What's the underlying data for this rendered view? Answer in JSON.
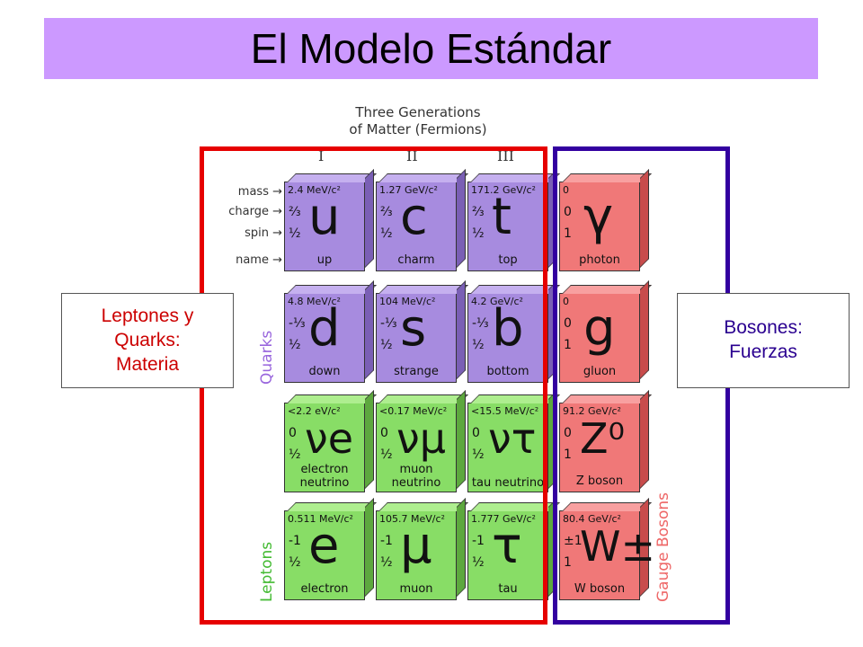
{
  "title": "El Modelo Estándar",
  "header": {
    "line1": "Three Generations",
    "line2": "of Matter (Fermions)"
  },
  "generations": [
    "I",
    "II",
    "III"
  ],
  "property_labels": {
    "mass": "mass →",
    "charge": "charge →",
    "spin": "spin →",
    "name": "name →"
  },
  "group_labels": {
    "quarks": "Quarks",
    "leptons": "Leptons",
    "gauge": "Gauge Bosons"
  },
  "callouts": {
    "left": [
      "Leptones y",
      "Quarks:",
      "Materia"
    ],
    "right": [
      "Bosones:",
      "Fuerzas"
    ]
  },
  "colors": {
    "quark": "#a78bdf",
    "lepton": "#88dd66",
    "boson": "#f07878",
    "frame_matter": "#e60000",
    "frame_forces": "#3300a0",
    "banner": "#cc99ff"
  },
  "particles": [
    {
      "kind": "quark",
      "mass": "2.4 MeV/c²",
      "charge": "⅔",
      "spin": "½",
      "symbol": "u",
      "name": "up"
    },
    {
      "kind": "quark",
      "mass": "1.27 GeV/c²",
      "charge": "⅔",
      "spin": "½",
      "symbol": "c",
      "name": "charm"
    },
    {
      "kind": "quark",
      "mass": "171.2 GeV/c²",
      "charge": "⅔",
      "spin": "½",
      "symbol": "t",
      "name": "top"
    },
    {
      "kind": "boson",
      "mass": "0",
      "charge": "0",
      "spin": "1",
      "symbol": "γ",
      "name": "photon"
    },
    {
      "kind": "quark",
      "mass": "4.8 MeV/c²",
      "charge": "-⅓",
      "spin": "½",
      "symbol": "d",
      "name": "down"
    },
    {
      "kind": "quark",
      "mass": "104 MeV/c²",
      "charge": "-⅓",
      "spin": "½",
      "symbol": "s",
      "name": "strange"
    },
    {
      "kind": "quark",
      "mass": "4.2 GeV/c²",
      "charge": "-⅓",
      "spin": "½",
      "symbol": "b",
      "name": "bottom"
    },
    {
      "kind": "boson",
      "mass": "0",
      "charge": "0",
      "spin": "1",
      "symbol": "g",
      "name": "gluon"
    },
    {
      "kind": "lepton",
      "mass": "<2.2 eV/c²",
      "charge": "0",
      "spin": "½",
      "symbol": "νe",
      "name": "electron neutrino"
    },
    {
      "kind": "lepton",
      "mass": "<0.17 MeV/c²",
      "charge": "0",
      "spin": "½",
      "symbol": "νμ",
      "name": "muon neutrino"
    },
    {
      "kind": "lepton",
      "mass": "<15.5 MeV/c²",
      "charge": "0",
      "spin": "½",
      "symbol": "ντ",
      "name": "tau neutrino"
    },
    {
      "kind": "boson",
      "mass": "91.2 GeV/c²",
      "charge": "0",
      "spin": "1",
      "symbol": "Z⁰",
      "name": "Z boson"
    },
    {
      "kind": "lepton",
      "mass": "0.511 MeV/c²",
      "charge": "-1",
      "spin": "½",
      "symbol": "e",
      "name": "electron"
    },
    {
      "kind": "lepton",
      "mass": "105.7 MeV/c²",
      "charge": "-1",
      "spin": "½",
      "symbol": "μ",
      "name": "muon"
    },
    {
      "kind": "lepton",
      "mass": "1.777 GeV/c²",
      "charge": "-1",
      "spin": "½",
      "symbol": "τ",
      "name": "tau"
    },
    {
      "kind": "boson",
      "mass": "80.4 GeV/c²",
      "charge": "±1",
      "spin": "1",
      "symbol": "W±",
      "name": "W boson"
    }
  ]
}
